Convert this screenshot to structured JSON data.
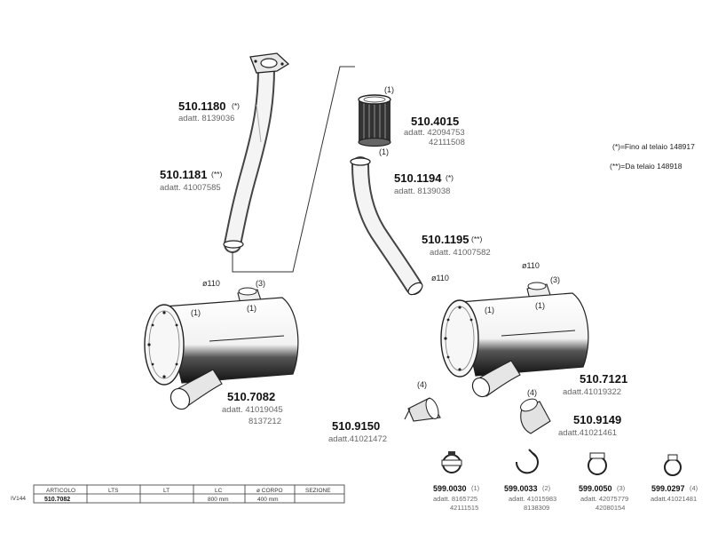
{
  "parts": {
    "p1180": {
      "code": "510.1180",
      "mark": "(*)",
      "sub1": "adatt. 8139036"
    },
    "p1181": {
      "code": "510.1181",
      "mark": "(**)",
      "sub1": "adatt. 41007585"
    },
    "p4015": {
      "code": "510.4015",
      "sub1": "adatt. 42094753",
      "sub2": "42111508"
    },
    "p1194": {
      "code": "510.1194",
      "mark": "(*)",
      "sub1": "adatt. 8139038"
    },
    "p1195": {
      "code": "510.1195",
      "mark": "(**)",
      "sub1": "adatt. 41007582"
    },
    "p7082": {
      "code": "510.7082",
      "sub1": "adatt. 41019045",
      "sub2": "8137212"
    },
    "p7121": {
      "code": "510.7121",
      "sub1": "adatt.41019322"
    },
    "p9150": {
      "code": "510.9150",
      "sub1": "adatt.41021472"
    },
    "p9149": {
      "code": "510.9149",
      "sub1": "adatt.41021461"
    }
  },
  "callouts": {
    "one": "(1)",
    "three": "(3)",
    "four": "(4)",
    "dia110": "ø110"
  },
  "legend": {
    "line1": "(*)=Fino al telaio 148917",
    "line2": "(**)=Da telaio 148918"
  },
  "clamps": [
    {
      "code": "599.0030",
      "mark": "(1)",
      "sub1": "adatt. 8165725",
      "sub2": "42111515"
    },
    {
      "code": "599.0033",
      "mark": "(2)",
      "sub1": "adatt. 41015983",
      "sub2": "8138309"
    },
    {
      "code": "599.0050",
      "mark": "(3)",
      "sub1": "adatt. 42075779",
      "sub2": "42080154"
    },
    {
      "code": "599.0297",
      "mark": "(4)",
      "sub1": "adatt.41021481",
      "sub2": ""
    }
  ],
  "table": {
    "row_label": "IV144",
    "headers": [
      "ARTICOLO",
      "LTS",
      "LT",
      "LC",
      "ø CORPO",
      "SEZIONE"
    ],
    "cells": [
      "510.7082",
      "",
      "",
      "800 mm",
      "400 mm",
      ""
    ]
  }
}
